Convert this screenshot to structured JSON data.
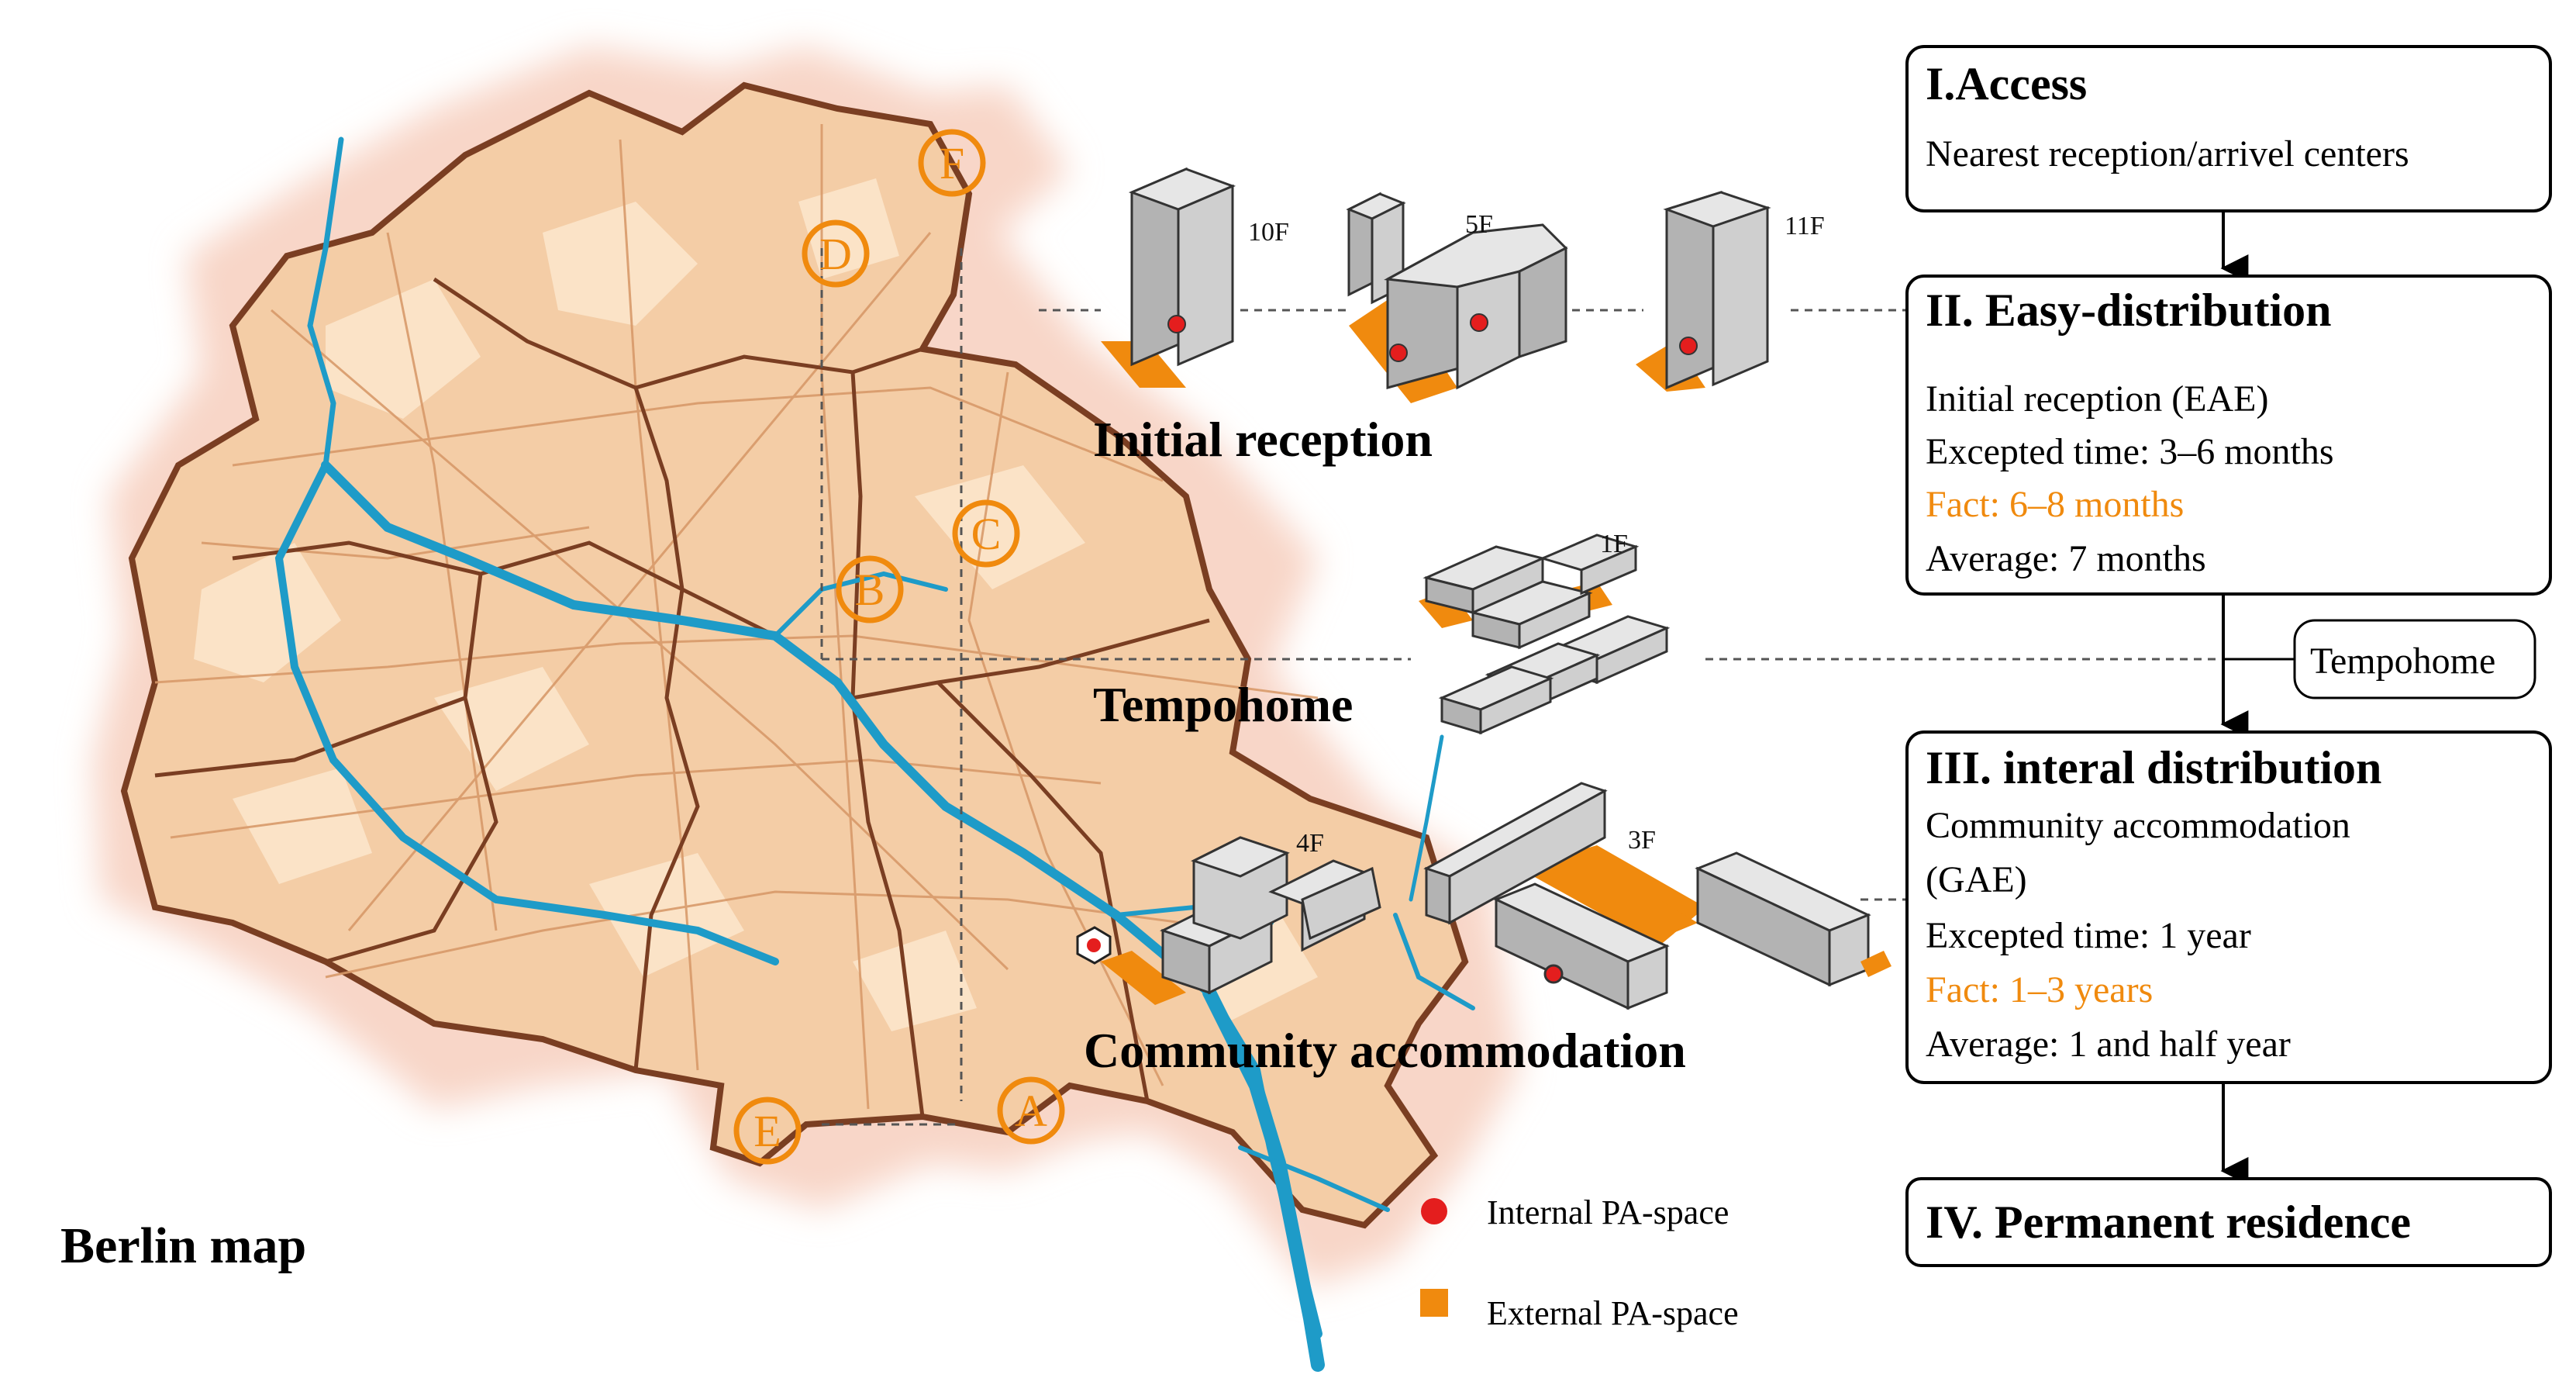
{
  "map": {
    "title": "Berlin map",
    "districts": [
      "A",
      "B",
      "C",
      "D",
      "E",
      "F"
    ]
  },
  "buildings": {
    "initial_reception": {
      "label": "Initial reception",
      "floors": [
        "10F",
        "5F",
        "11F"
      ]
    },
    "tempohome": {
      "label": "Tempohome",
      "floors": [
        "1F"
      ]
    },
    "community": {
      "label": "Community accommodation",
      "floors": [
        "4F",
        "3F"
      ]
    }
  },
  "process": {
    "access": {
      "title": "I.Access",
      "lines": [
        "Nearest reception/arrivel centers"
      ]
    },
    "easy_distribution": {
      "title": "II. Easy-distribution",
      "lines": [
        "Initial reception (EAE)",
        "Excepted time: 3–6 months",
        "Fact: 6–8 months",
        "Average: 7 months"
      ]
    },
    "tempohome_tag": "Tempohome",
    "internal_distribution": {
      "title": "III. interal distribution",
      "lines": [
        "Community accommodation",
        "(GAE)",
        "Excepted time: 1 year",
        "Fact: 1–3 years",
        "Average: 1 and half year"
      ]
    },
    "permanent": {
      "title": "IV. Permanent residence"
    }
  },
  "legend": {
    "internal": "Internal PA-space",
    "external": "External PA-space"
  },
  "colors": {
    "accent": "#f08a0e",
    "internal_dot": "#e41e1e",
    "river": "#1e9bc8",
    "map_fill": "#f5d2ae",
    "map_halo": "#f9d9cf",
    "border": "#8a4a2a",
    "building_top": "#e6e6e6",
    "building_side": "#b3b3b3"
  },
  "icons": [
    "internal-dot-icon",
    "external-square-icon",
    "arrow-down-icon",
    "building-icon"
  ]
}
